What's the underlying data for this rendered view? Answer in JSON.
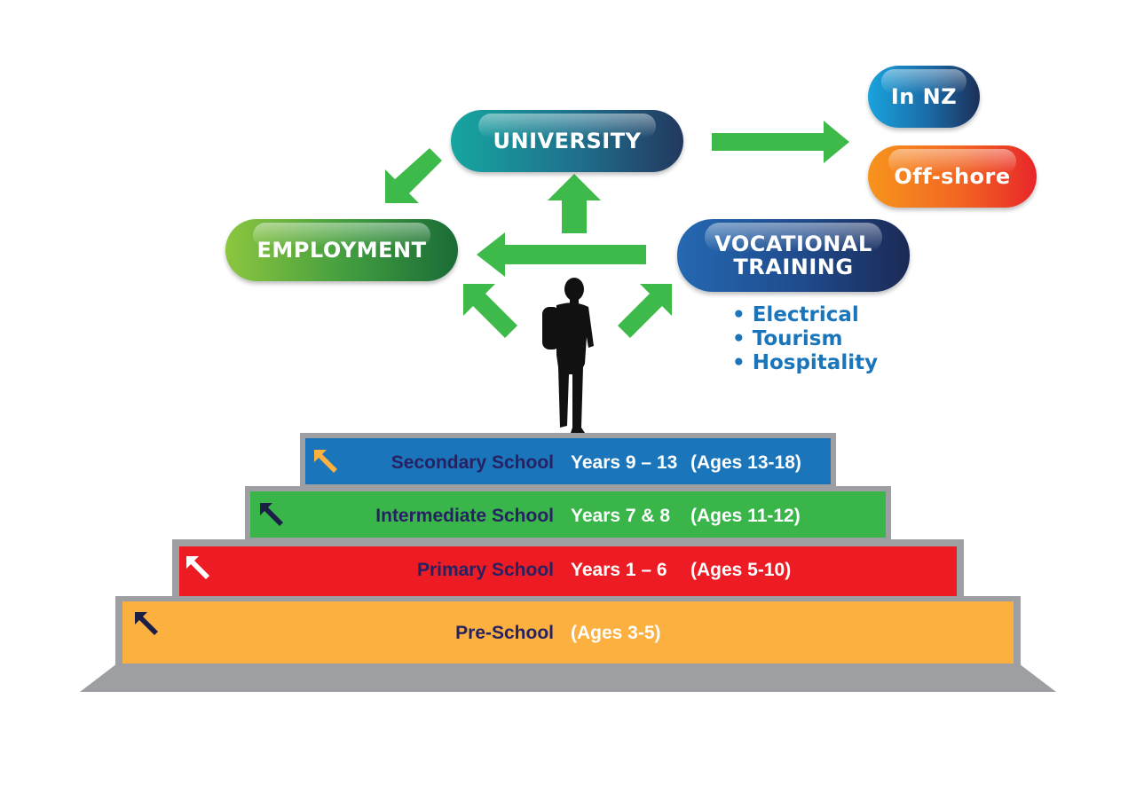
{
  "destinations": {
    "university": "UNIVERSITY",
    "employment": "EMPLOYMENT",
    "vocational": "VOCATIONAL\nTRAINING",
    "in_nz": "In NZ",
    "off_shore": "Off-shore"
  },
  "vocational_options": [
    "Electrical",
    "Tourism",
    "Hospitality"
  ],
  "steps": [
    {
      "school": "Secondary School",
      "years": "Years 9 – 13",
      "ages": "(Ages 13-18)",
      "color": "#1b75bb",
      "icon_color": "#fbb040"
    },
    {
      "school": "Intermediate School",
      "years": "Years  7 & 8",
      "ages": "(Ages 11-12)",
      "color": "#39b54a",
      "icon_color": "#1b1f45"
    },
    {
      "school": "Primary School",
      "years": "Years 1 – 6",
      "ages": "(Ages 5-10)",
      "color": "#ed1c24",
      "icon_color": "#ffffff"
    },
    {
      "school": "Pre-School",
      "years": "",
      "ages": "(Ages 3-5)",
      "color": "#fbb040",
      "icon_color": "#1b1f45"
    }
  ],
  "colors": {
    "arrow": "#3dba4a",
    "step_border": "#9d9fa2",
    "school_text": "#262262",
    "silhouette": "#111111"
  },
  "icons": {
    "step_marker": "arrow-up-left-icon",
    "student": "student-silhouette-icon"
  }
}
